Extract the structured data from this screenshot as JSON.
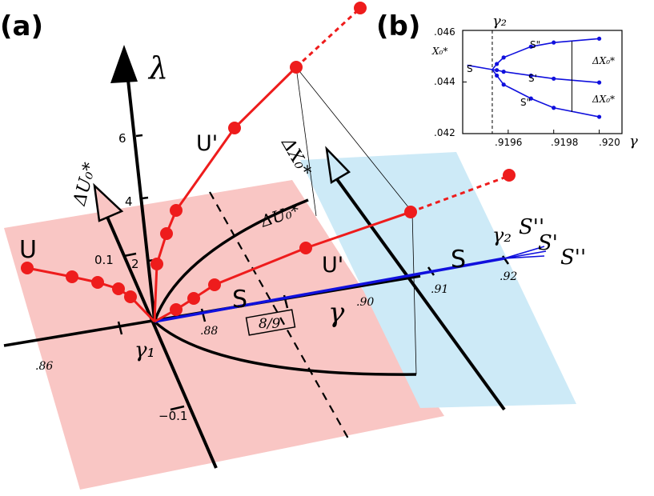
{
  "panel_a": {
    "label": "(a)",
    "axis_lambda": "λ",
    "axis_dU": "ΔU₀*",
    "axis_dX": "ΔX₀*",
    "axis_gamma": "γ",
    "lambda_ticks": [
      "6",
      "4",
      "2"
    ],
    "dU_ticks": [
      "0.1",
      "−0.1"
    ],
    "gamma_ticks": [
      ".86",
      ".88",
      ".90",
      ".91",
      ".92"
    ],
    "branch_U": "U",
    "branch_U_prime_upper": "U'",
    "branch_U_prime_lower": "U'",
    "branch_S": "S",
    "curve_label": "ΔU₀*",
    "box_label": "8/9",
    "gamma1": "γ₁",
    "gamma2": "γ₂",
    "S_double_1": "S''",
    "S_prime": "S'",
    "S_double_2": "S''",
    "colors": {
      "red": "#ee1c1c",
      "blue": "#1010dd",
      "pink_plane": "#f9c6c4",
      "blue_plane": "#cdeaf7"
    }
  },
  "panel_b": {
    "label": "(b)",
    "ylabel": "X₀*",
    "xlabel": "γ",
    "gamma2": "γ₂",
    "y_ticks": [
      ".046",
      ".044",
      ".042"
    ],
    "x_ticks": [
      ".9196",
      ".9198",
      ".920"
    ],
    "branch_S": "S",
    "branch_S_upper": "S\"",
    "branch_S_prime": "S'",
    "branch_S_lower": "S\"",
    "delta_upper": "ΔX₀*",
    "delta_lower": "ΔX₀*"
  },
  "chart_data": {
    "type": "line",
    "xlabel": "γ",
    "ylabel": "X₀*",
    "xlim": [
      0.9194,
      0.9201
    ],
    "ylim": [
      0.042,
      0.046
    ],
    "bifurcation_gamma": 0.91953,
    "series": [
      {
        "name": "S",
        "x": [
          0.91942,
          0.91953
        ],
        "y": [
          0.04465,
          0.04448
        ]
      },
      {
        "name": "S\"",
        "x": [
          0.91955,
          0.91958,
          0.9197,
          0.9198,
          0.92
        ],
        "y": [
          0.0447,
          0.04495,
          0.04537,
          0.04553,
          0.04568
        ]
      },
      {
        "name": "S'",
        "x": [
          0.91955,
          0.91958,
          0.9197,
          0.9198,
          0.92
        ],
        "y": [
          0.04446,
          0.0444,
          0.04425,
          0.04413,
          0.04398
        ]
      },
      {
        "name": "S\"",
        "x": [
          0.91955,
          0.91958,
          0.9197,
          0.9198,
          0.92
        ],
        "y": [
          0.04425,
          0.0439,
          0.04336,
          0.043,
          0.04265
        ]
      }
    ]
  }
}
